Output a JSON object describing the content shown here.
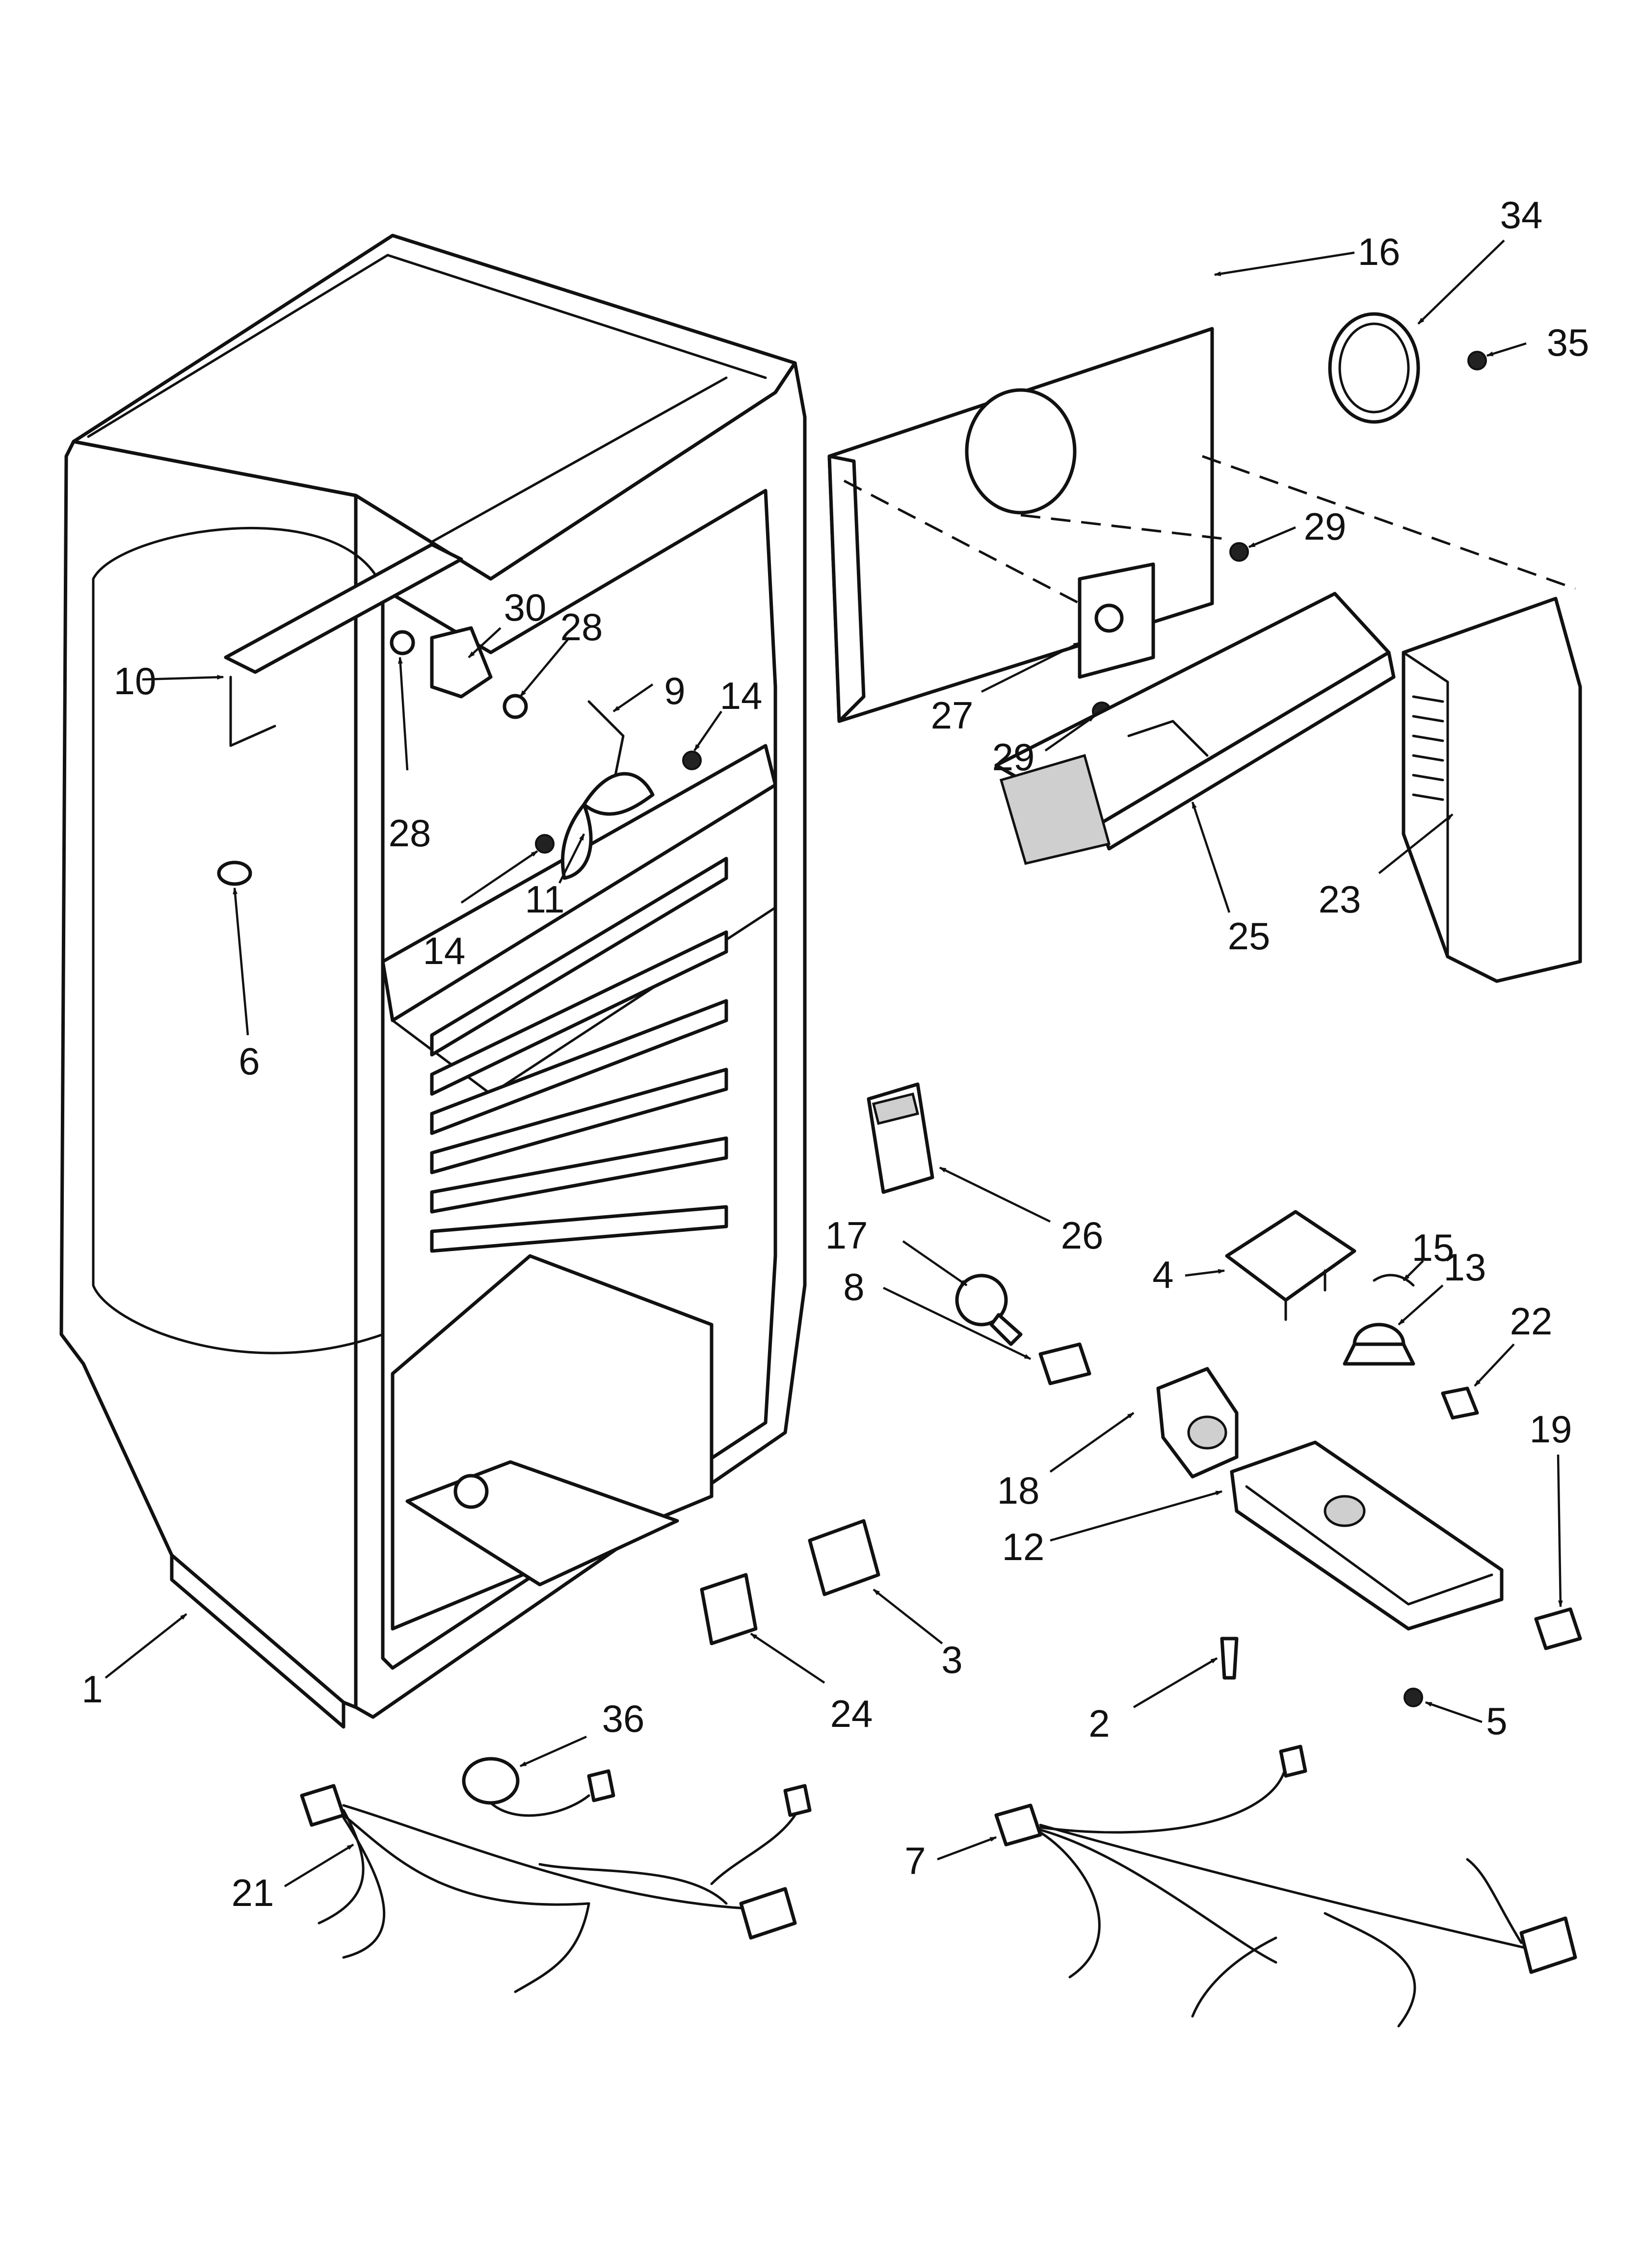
{
  "callouts": [
    {
      "id": "p1",
      "label": "1"
    },
    {
      "id": "p2",
      "label": "2"
    },
    {
      "id": "p3",
      "label": "3"
    },
    {
      "id": "p4",
      "label": "4"
    },
    {
      "id": "p5",
      "label": "5"
    },
    {
      "id": "p6",
      "label": "6"
    },
    {
      "id": "p7",
      "label": "7"
    },
    {
      "id": "p8",
      "label": "8"
    },
    {
      "id": "p9",
      "label": "9"
    },
    {
      "id": "p10",
      "label": "10"
    },
    {
      "id": "p11",
      "label": "11"
    },
    {
      "id": "p12",
      "label": "12"
    },
    {
      "id": "p13",
      "label": "13"
    },
    {
      "id": "p14a",
      "label": "14"
    },
    {
      "id": "p14b",
      "label": "14"
    },
    {
      "id": "p15",
      "label": "15"
    },
    {
      "id": "p16",
      "label": "16"
    },
    {
      "id": "p17",
      "label": "17"
    },
    {
      "id": "p18",
      "label": "18"
    },
    {
      "id": "p19",
      "label": "19"
    },
    {
      "id": "p21",
      "label": "21"
    },
    {
      "id": "p22",
      "label": "22"
    },
    {
      "id": "p23",
      "label": "23"
    },
    {
      "id": "p24",
      "label": "24"
    },
    {
      "id": "p25",
      "label": "25"
    },
    {
      "id": "p26",
      "label": "26"
    },
    {
      "id": "p27",
      "label": "27"
    },
    {
      "id": "p28a",
      "label": "28"
    },
    {
      "id": "p28b",
      "label": "28"
    },
    {
      "id": "p29a",
      "label": "29"
    },
    {
      "id": "p29b",
      "label": "29"
    },
    {
      "id": "p30",
      "label": "30"
    },
    {
      "id": "p34",
      "label": "34"
    },
    {
      "id": "p35",
      "label": "35"
    },
    {
      "id": "p36",
      "label": "36"
    }
  ]
}
